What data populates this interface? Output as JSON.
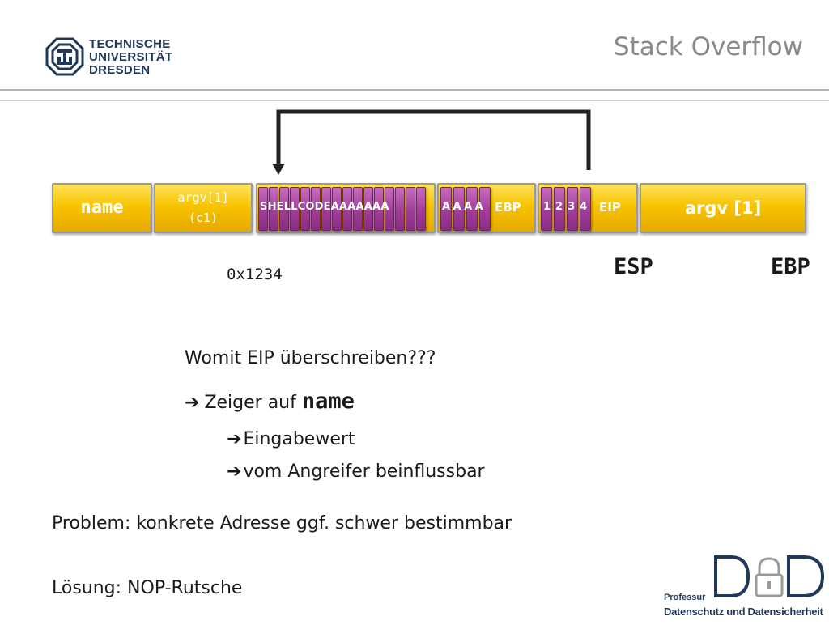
{
  "header": {
    "university_lines": [
      "TECHNISCHE",
      "UNIVERSITÄT",
      "DRESDEN"
    ],
    "title": "Stack Overflow"
  },
  "stack": {
    "name_cell": "name",
    "argv_c1_lines": [
      "argv[1]",
      "(c1)"
    ],
    "payload_label": "SHELLCODEAAAAAAA",
    "ebp_filler": "AAAA",
    "ebp_label": "EBP",
    "eip_filler": "1234",
    "eip_label": "EIP",
    "argv1_cell": "argv [1]"
  },
  "labels": {
    "address": "0x1234",
    "esp": "ESP",
    "ebp": "EBP"
  },
  "content": {
    "question": "Womit EIP überschreiben???",
    "bullet1_text": "Zeiger auf",
    "bullet1_code": "name",
    "bullet2": "Eingabewert",
    "bullet3": "vom Angreifer beinflussbar",
    "problem": "Problem: konkrete Adresse ggf. schwer bestimmbar",
    "loesung": "Lösung: NOP-Rutsche"
  },
  "footer": {
    "logo_letters": "DuD",
    "logo_line1": "Professur",
    "logo_line2": "Datenschutz und Datensicherheit"
  },
  "colors": {
    "cell_yellow": "#f7c400",
    "payload_purple": "#a13d98",
    "title_gray": "#8a8a8a",
    "logo_navy": "#20395a"
  }
}
